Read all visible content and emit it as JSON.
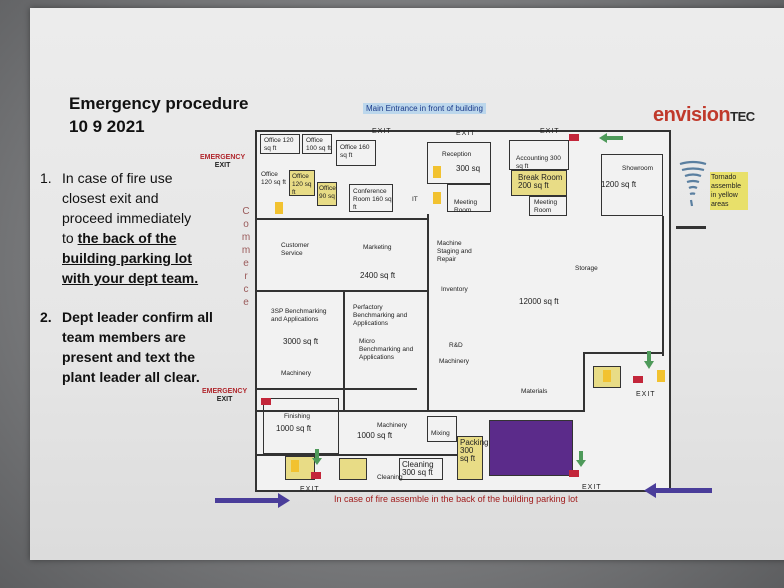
{
  "title": "Emergency procedure",
  "date": "10 9 2021",
  "steps": {
    "s1_num": "1.",
    "s1_l1": "In case of fire use",
    "s1_l2": "closest exit and",
    "s1_l3": "proceed immediately",
    "s1_l4a": "to",
    "s1_l4b": "the back of the",
    "s1_l5": "building parking lot",
    "s1_l6": "with your dept team.",
    "s2_num": "2.",
    "s2_l1": "Dept leader confirm all",
    "s2_l2": "team members are",
    "s2_l3": "present and text the",
    "s2_l4": "plant leader all clear."
  },
  "logo": {
    "main": "envision",
    "suffix": "TEC"
  },
  "main_entrance": "Main Entrance in front of building",
  "tornado": "Tornado assemble in yellow areas",
  "commerce": [
    "C",
    "o",
    "m",
    "m",
    "e",
    "r",
    "c",
    "e"
  ],
  "footer": "In case of fire assemble in the back of the building parking lot",
  "labels": {
    "office1": "Office 120 sq ft",
    "office2": "Office 100 sq ft",
    "office3": "Office 160 sq ft",
    "office4": "Office 120 sq ft",
    "office5": "Office 120 sq ft",
    "office6": "Office 90 sq",
    "conference": "Conference Room 160 sq ft",
    "it": "IT",
    "reception": "Reception",
    "r300": "300 sq",
    "meeting1": "Meeting Room",
    "accounting": "Accounting 300 sq ft",
    "break": "Break Room 200 sq ft",
    "meeting2": "Meeting Room",
    "showroom": "Showroom",
    "show_area": "1200 sq ft",
    "customer": "Customer Service",
    "marketing": "Marketing",
    "machine_staging": "Machine Staging and Repair",
    "inventory": "Inventory",
    "storage": "Storage",
    "area2400": "2400 sq ft",
    "area12000": "12000 sq ft",
    "bench3sp": "3SP Benchmarking and Applications",
    "perfactory": "Perfactory Benchmarking and Applications",
    "area3000": "3000 sq ft",
    "micro": "Micro Benchmarking and Applications",
    "rd": "R&D",
    "machinery1": "Machinery",
    "machinery2": "Machinery",
    "machinery3": "Machinery",
    "materials": "Materials",
    "finishing": "Finishing",
    "area1000a": "1000 sq ft",
    "area1000b": "1000 sq ft",
    "mixing": "Mixing",
    "packing": "Packing 300 sq ft",
    "cleaning": "Cleaning 300 sq ft",
    "cleaning2": "Cleaning"
  },
  "exits": {
    "emergency": "EMERGENCY",
    "exit": "EXIT"
  }
}
